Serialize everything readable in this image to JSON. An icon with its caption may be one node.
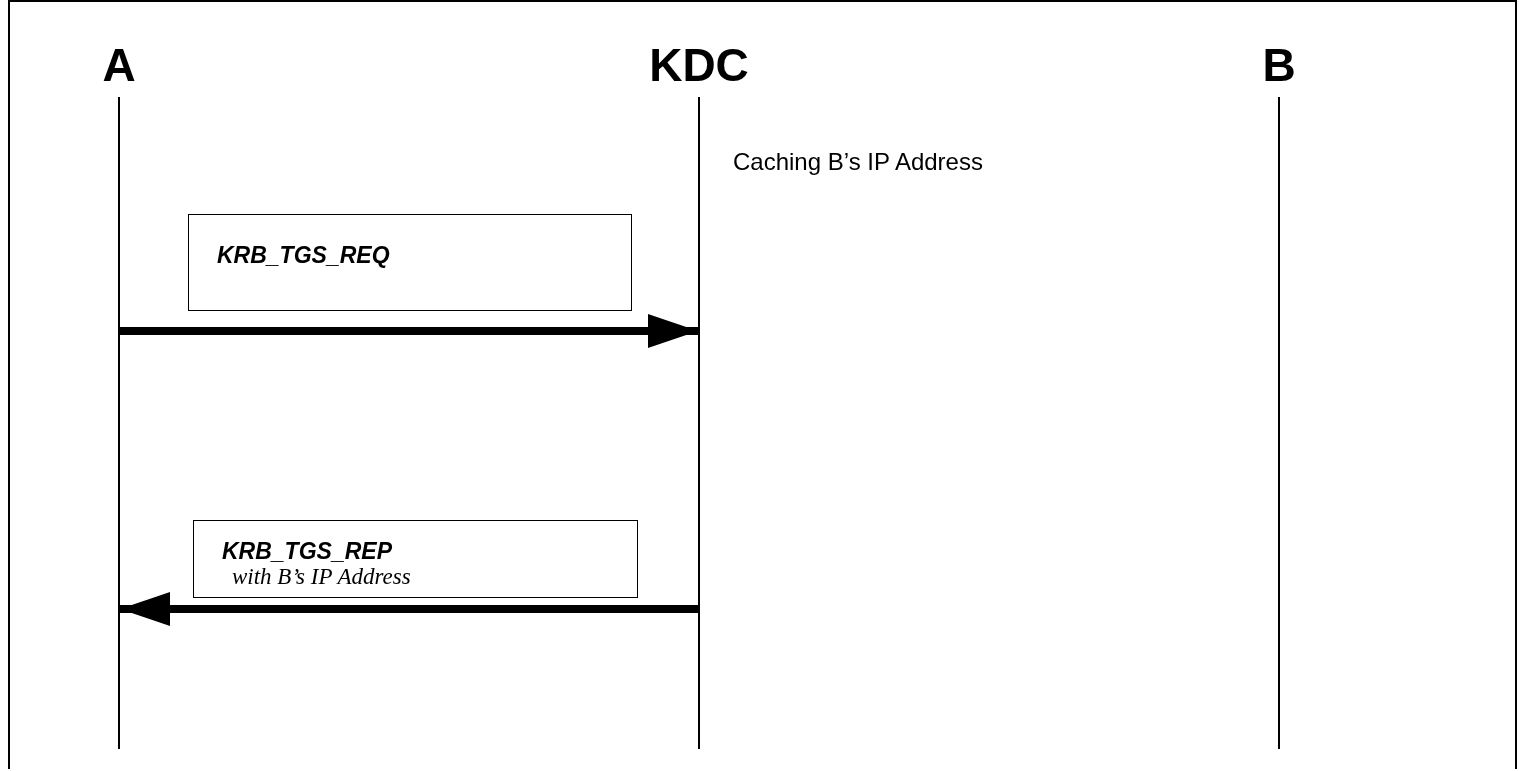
{
  "diagram": {
    "nodes": [
      {
        "text": [],
        "shape": "bar",
        "beside": [
          "A"
        ]
      },
      {
        "text": [],
        "shape": "bar",
        "beside": [
          "KDC"
        ]
      },
      {
        "text": [],
        "shape": "bar",
        "beside": [
          "B"
        ]
      },
      {
        "text": [
          "KRB_TGS_REQ"
        ]
      },
      {
        "text": [
          "KRB_TGS_REP",
          "with B’s IP Address"
        ]
      }
    ],
    "edges": [
      {
        "from": 0,
        "to": 1,
        "arrow": "to"
      },
      {
        "from": 1,
        "to": 0,
        "arrow": "to"
      }
    ],
    "labels": [
      "Caching B’s IP Address"
    ]
  }
}
